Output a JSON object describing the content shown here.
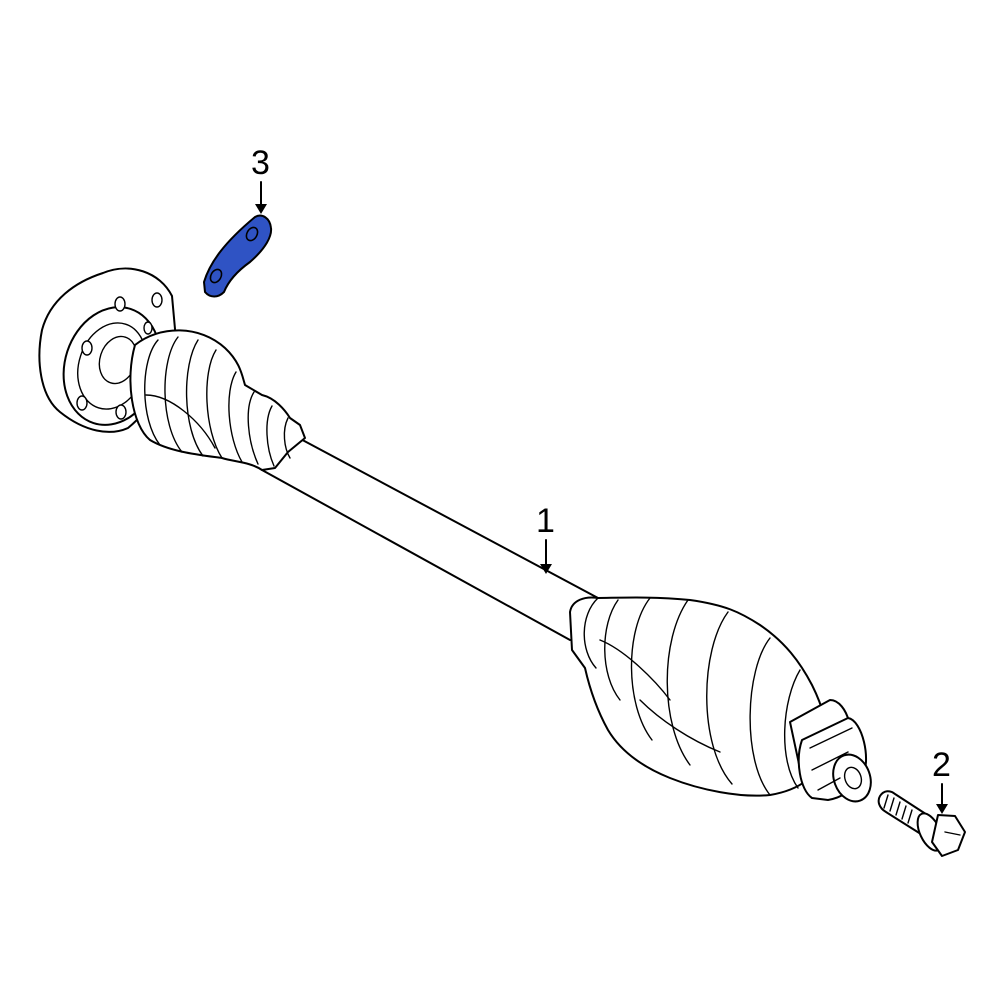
{
  "callouts": [
    {
      "id": "shaft",
      "label": "1"
    },
    {
      "id": "bolt",
      "label": "2"
    },
    {
      "id": "plate",
      "label": "3"
    }
  ],
  "colors": {
    "highlight": "#2f53c4",
    "line": "#000000",
    "background": "#ffffff"
  }
}
